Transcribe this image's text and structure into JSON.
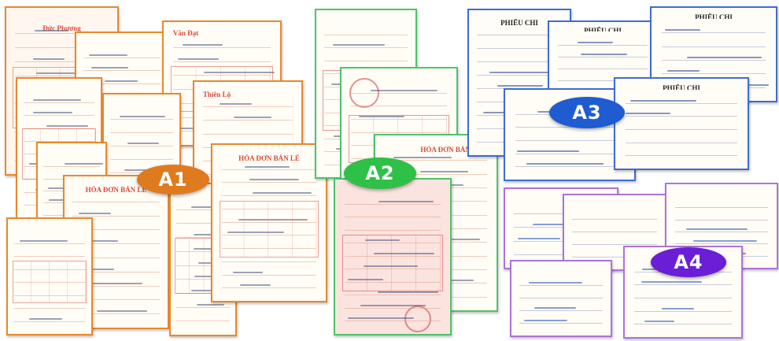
{
  "groups": [
    {
      "id": "a1",
      "label": "A1",
      "color": "#e07a1f",
      "border": "#e8892c",
      "ink": "#d84b3c",
      "paper": "#fff8ef",
      "titles": [
        "Đức Phương",
        "HÓA ĐƠN BÁN LẺ",
        "Văn Đạt",
        "Thiên Lộ",
        "HÓA ĐƠN BÁN LẺ"
      ]
    },
    {
      "id": "a2",
      "label": "A2",
      "color": "#2fc048",
      "border": "#4cc46a",
      "ink": "#c7373a",
      "paper": "#fbfff5",
      "titles": [
        "HÓA ĐƠN BÁN LẺ"
      ]
    },
    {
      "id": "a3",
      "label": "A3",
      "color": "#1f5bd1",
      "border": "#3f6bd4",
      "ink": "#2c3e8c",
      "paper": "#fcfcff",
      "titles": [
        "PHIẾU CHI",
        "PHIẾU CHI",
        "PHIẾU CHI",
        "PHIẾU CHI"
      ]
    },
    {
      "id": "a4",
      "label": "A4",
      "color": "#6a1fd6",
      "border": "#b072d8",
      "ink": "#2a4fb0",
      "paper": "#fffdf7",
      "titles": []
    }
  ]
}
